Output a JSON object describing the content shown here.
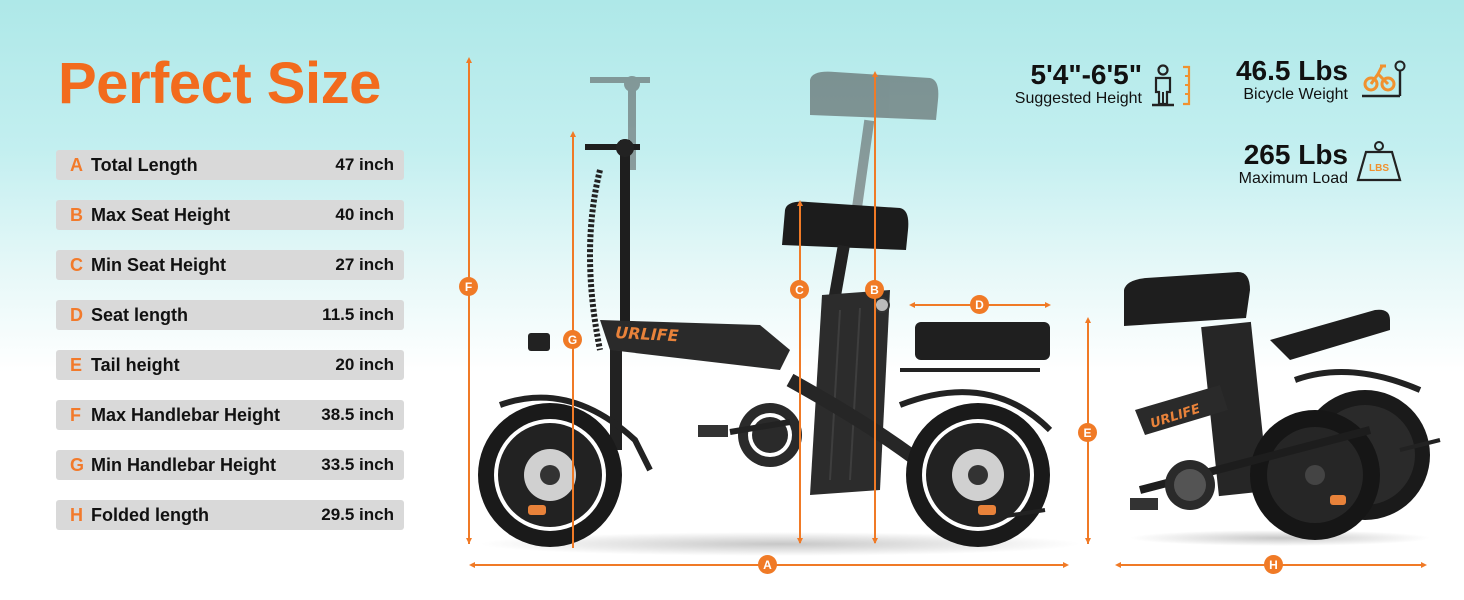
{
  "header": {
    "title": "Perfect Size"
  },
  "specs": [
    {
      "letter": "A",
      "label": "Total Length",
      "value": "47 inch"
    },
    {
      "letter": "B",
      "label": "Max Seat Height",
      "value": "40 inch"
    },
    {
      "letter": "C",
      "label": "Min Seat Height",
      "value": "27 inch"
    },
    {
      "letter": "D",
      "label": "Seat length",
      "value": "11.5 inch"
    },
    {
      "letter": "E",
      "label": "Tail height",
      "value": "20 inch"
    },
    {
      "letter": "F",
      "label": "Max Handlebar Height",
      "value": "38.5 inch"
    },
    {
      "letter": "G",
      "label": "Min Handlebar Height",
      "value": "33.5 inch"
    },
    {
      "letter": "H",
      "label": "Folded length",
      "value": "29.5 inch"
    }
  ],
  "stats": {
    "height": {
      "value": "5'4\"-6'5\"",
      "caption": "Suggested Height",
      "icon": "person-height-icon"
    },
    "weight": {
      "value": "46.5 Lbs",
      "caption": "Bicycle Weight",
      "icon": "bike-scale-icon"
    },
    "load": {
      "value": "265 Lbs",
      "caption": "Maximum Load",
      "icon": "weight-lbs-icon",
      "icon_text": "LBS"
    }
  },
  "bike": {
    "brand": "URLIFE"
  },
  "markers": {
    "A": "A",
    "B": "B",
    "C": "C",
    "D": "D",
    "E": "E",
    "F": "F",
    "G": "G",
    "H": "H"
  },
  "colors": {
    "accent": "#f26b1d",
    "row_bg": "#d9d9d9",
    "text": "#111111",
    "bg_top": "#aee8e8"
  }
}
